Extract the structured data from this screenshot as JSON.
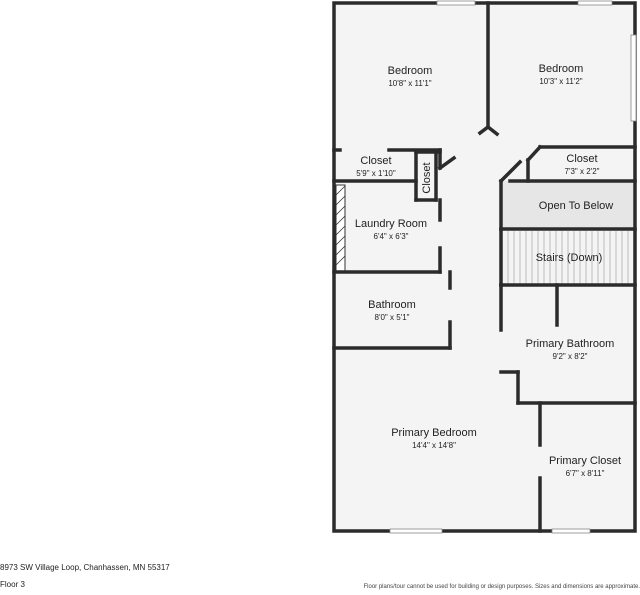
{
  "address": "8973 SW Village Loop, Chanhassen, MN 55317",
  "floor_label": "Floor 3",
  "disclaimer": "Floor plans/tour cannot be used for building or design purposes. Sizes and dimensions are approximate.",
  "rooms": [
    {
      "name": "Bedroom",
      "dims": "10'8\" x 11'1\""
    },
    {
      "name": "Bedroom",
      "dims": "10'3\" x 11'2\""
    },
    {
      "name": "Closet",
      "dims": "5'9\" x 1'10\""
    },
    {
      "name": "Closet",
      "dims": ""
    },
    {
      "name": "Closet",
      "dims": "7'3\" x 2'2\""
    },
    {
      "name": "Open To Below",
      "dims": ""
    },
    {
      "name": "Laundry Room",
      "dims": "6'4\" x 6'3\""
    },
    {
      "name": "Stairs (Down)",
      "dims": ""
    },
    {
      "name": "Bathroom",
      "dims": "8'0\" x 5'1\""
    },
    {
      "name": "Primary Bathroom",
      "dims": "9'2\" x 8'2\""
    },
    {
      "name": "Primary Bedroom",
      "dims": "14'4\" x 14'8\""
    },
    {
      "name": "Primary Closet",
      "dims": "6'7\" x 8'11\""
    }
  ]
}
